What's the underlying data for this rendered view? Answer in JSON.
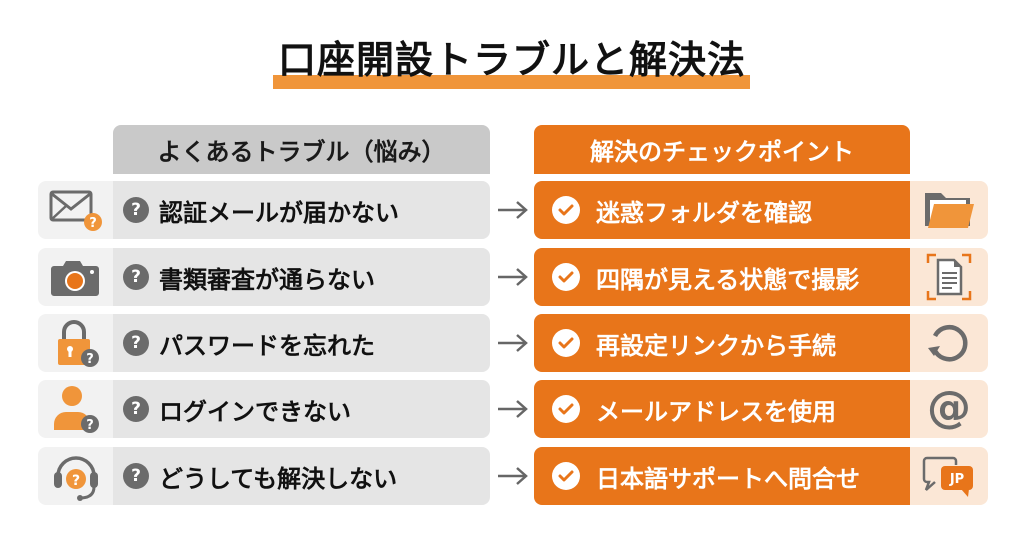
{
  "title": "口座開設トラブルと解決法",
  "headers": {
    "left": "よくあるトラブル（悩み）",
    "right": "解決のチェックポイント"
  },
  "colors": {
    "accent_orange": "#e8751a",
    "title_underline": "#f0953a",
    "left_header_gray": "#c9c9c9",
    "left_row_gray": "#e5e5e5",
    "icon_gray": "#6b6b6b",
    "right_icon_bg": "#fbe7d6"
  },
  "rows": [
    {
      "problem": "認証メールが届かない",
      "problem_icon": "envelope-question-icon",
      "solution": "迷惑フォルダを確認",
      "solution_icon": "folder-icon"
    },
    {
      "problem": "書類審査が通らない",
      "problem_icon": "camera-icon",
      "solution": "四隅が見える状態で撮影",
      "solution_icon": "document-scan-icon"
    },
    {
      "problem": "パスワードを忘れた",
      "problem_icon": "lock-question-icon",
      "solution": "再設定リンクから手続",
      "solution_icon": "reset-icon"
    },
    {
      "problem": "ログインできない",
      "problem_icon": "user-question-icon",
      "solution": "メールアドレスを使用",
      "solution_icon": "at-sign-icon"
    },
    {
      "problem": "どうしても解決しない",
      "problem_icon": "headset-question-icon",
      "solution": "日本語サポートへ問合せ",
      "solution_icon": "chat-jp-icon"
    }
  ],
  "badges": {
    "question_mark": "?",
    "jp_label": "JP"
  }
}
